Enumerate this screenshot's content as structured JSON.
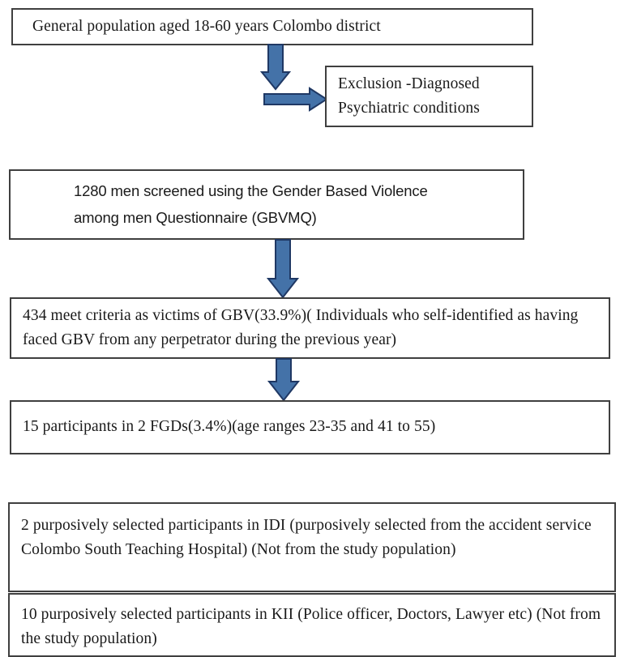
{
  "figure": {
    "type": "flowchart",
    "orientation": "vertical",
    "colors": {
      "box_border": "#3f3f3f",
      "box_fill": "#ffffff",
      "arrow_fill": "#4472a8",
      "arrow_stroke": "#1f3864",
      "text": "#1a1a1a",
      "background": "#ffffff"
    }
  },
  "nodes": {
    "population": {
      "id": "node-population",
      "text": "General population aged 18-60 years  Colombo district"
    },
    "exclusion": {
      "id": "node-exclusion",
      "line1": "Exclusion -Diagnosed",
      "line2": "Psychiatric conditions",
      "text": "Exclusion -Diagnosed Psychiatric conditions"
    },
    "screened": {
      "id": "node-screened",
      "line1": "1280 men screened using the Gender Based Violence",
      "line2": "among men Questionnaire (GBVMQ)",
      "text": "1280 men screened using the Gender Based Violence among men Questionnaire (GBVMQ)"
    },
    "criteria": {
      "id": "node-criteria",
      "text": "434 meet criteria as victims of GBV(33.9%)( Individuals who self-identified as having faced GBV from any perpetrator during the previous year)"
    },
    "fgd": {
      "id": "node-fgd",
      "text": "15 participants in 2 FGDs(3.4%)(age ranges 23-35 and 41 to 55)"
    },
    "idi": {
      "id": "node-idi",
      "text": "2 purposively selected participants in IDI (purposively selected from the accident service Colombo South Teaching Hospital) (Not from the study population)"
    },
    "kii": {
      "id": "node-kii",
      "text": "10 purposively selected participants in KII (Police officer, Doctors, Lawyer etc) (Not from the study population)"
    }
  },
  "arrows": [
    {
      "id": "arrow-population-down",
      "direction": "down",
      "from": "population",
      "to": "exclusion-junction"
    },
    {
      "id": "arrow-exclusion-right",
      "direction": "right",
      "from": "population",
      "to": "exclusion"
    },
    {
      "id": "arrow-screened-down",
      "direction": "down",
      "from": "screened",
      "to": "criteria"
    },
    {
      "id": "arrow-criteria-down",
      "direction": "down",
      "from": "criteria",
      "to": "fgd"
    }
  ],
  "chart_data": {
    "type": "table",
    "title": "Participant flow / sampling flowchart",
    "steps": [
      {
        "label": "General population aged 18-60 years, Colombo district",
        "n": null,
        "percent": null
      },
      {
        "label": "Excluded - Diagnosed psychiatric conditions",
        "n": null,
        "percent": null
      },
      {
        "label": "Men screened using the Gender Based Violence among men Questionnaire (GBVMQ)",
        "n": 1280,
        "percent": null
      },
      {
        "label": "Meet criteria as victims of GBV",
        "n": 434,
        "percent": 33.9
      },
      {
        "label": "Participants in 2 FGDs (age ranges 23-35 and 41 to 55)",
        "n": 15,
        "percent": 3.4
      },
      {
        "label": "Purposively selected participants in IDI (accident service Colombo South Teaching Hospital, not from the study population)",
        "n": 2,
        "percent": null
      },
      {
        "label": "Purposively selected participants in KII (Police officer, Doctors, Lawyer etc; not from the study population)",
        "n": 10,
        "percent": null
      }
    ]
  }
}
